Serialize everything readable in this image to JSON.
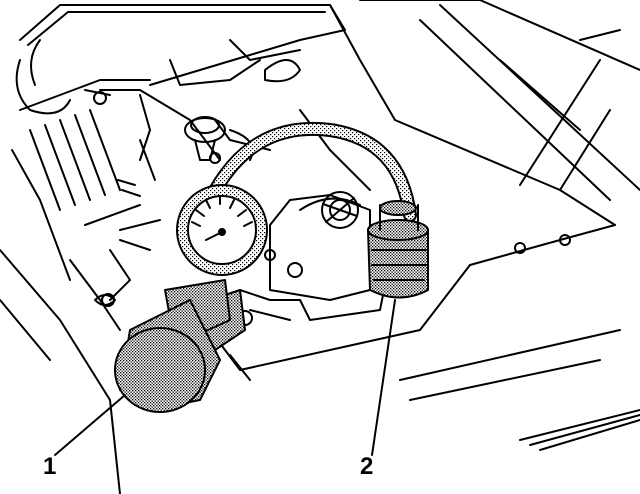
{
  "callouts": [
    {
      "id": "1",
      "text": "1"
    },
    {
      "id": "2",
      "text": "2"
    }
  ],
  "colors": {
    "line": "#000000",
    "background": "#ffffff",
    "stipple": "#000000"
  }
}
